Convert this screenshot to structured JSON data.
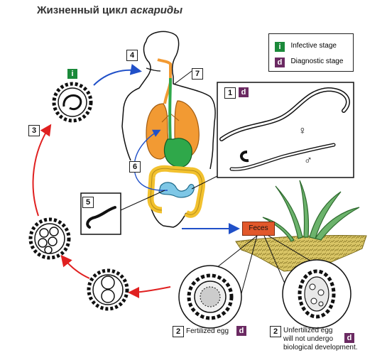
{
  "title": {
    "main": "Жизненный цикл",
    "italic": "аскариды"
  },
  "legend": {
    "infective_badge": "i",
    "infective_label": "Infective stage",
    "diagnostic_badge": "d",
    "diagnostic_label": "Diagnostic stage"
  },
  "steps": {
    "s1": "1",
    "s2a": "2",
    "s2b": "2",
    "s3": "3",
    "s4": "4",
    "s5": "5",
    "s6": "6",
    "s7": "7"
  },
  "badges": {
    "i": "i",
    "d": "d"
  },
  "labels": {
    "female": "♀",
    "male": "♂",
    "feces": "Feces",
    "fertilized": "Fertilized egg",
    "unfertilized_1": "Unfertilized egg",
    "unfertilized_2": "will not undergo",
    "unfertilized_3": "biological development."
  },
  "colors": {
    "arrow_red": "#e02020",
    "arrow_blue": "#2050c8",
    "lungs": "#f29a33",
    "stomach_green": "#2fa84a",
    "intestine_yellow": "#f2c12e",
    "intestine_blue": "#7ec7e6",
    "feces": "#e2582b",
    "infective": "#1b8a3a",
    "diagnostic": "#6b2a62",
    "soil": "#d9c566",
    "grass": "#3c8a3c"
  }
}
